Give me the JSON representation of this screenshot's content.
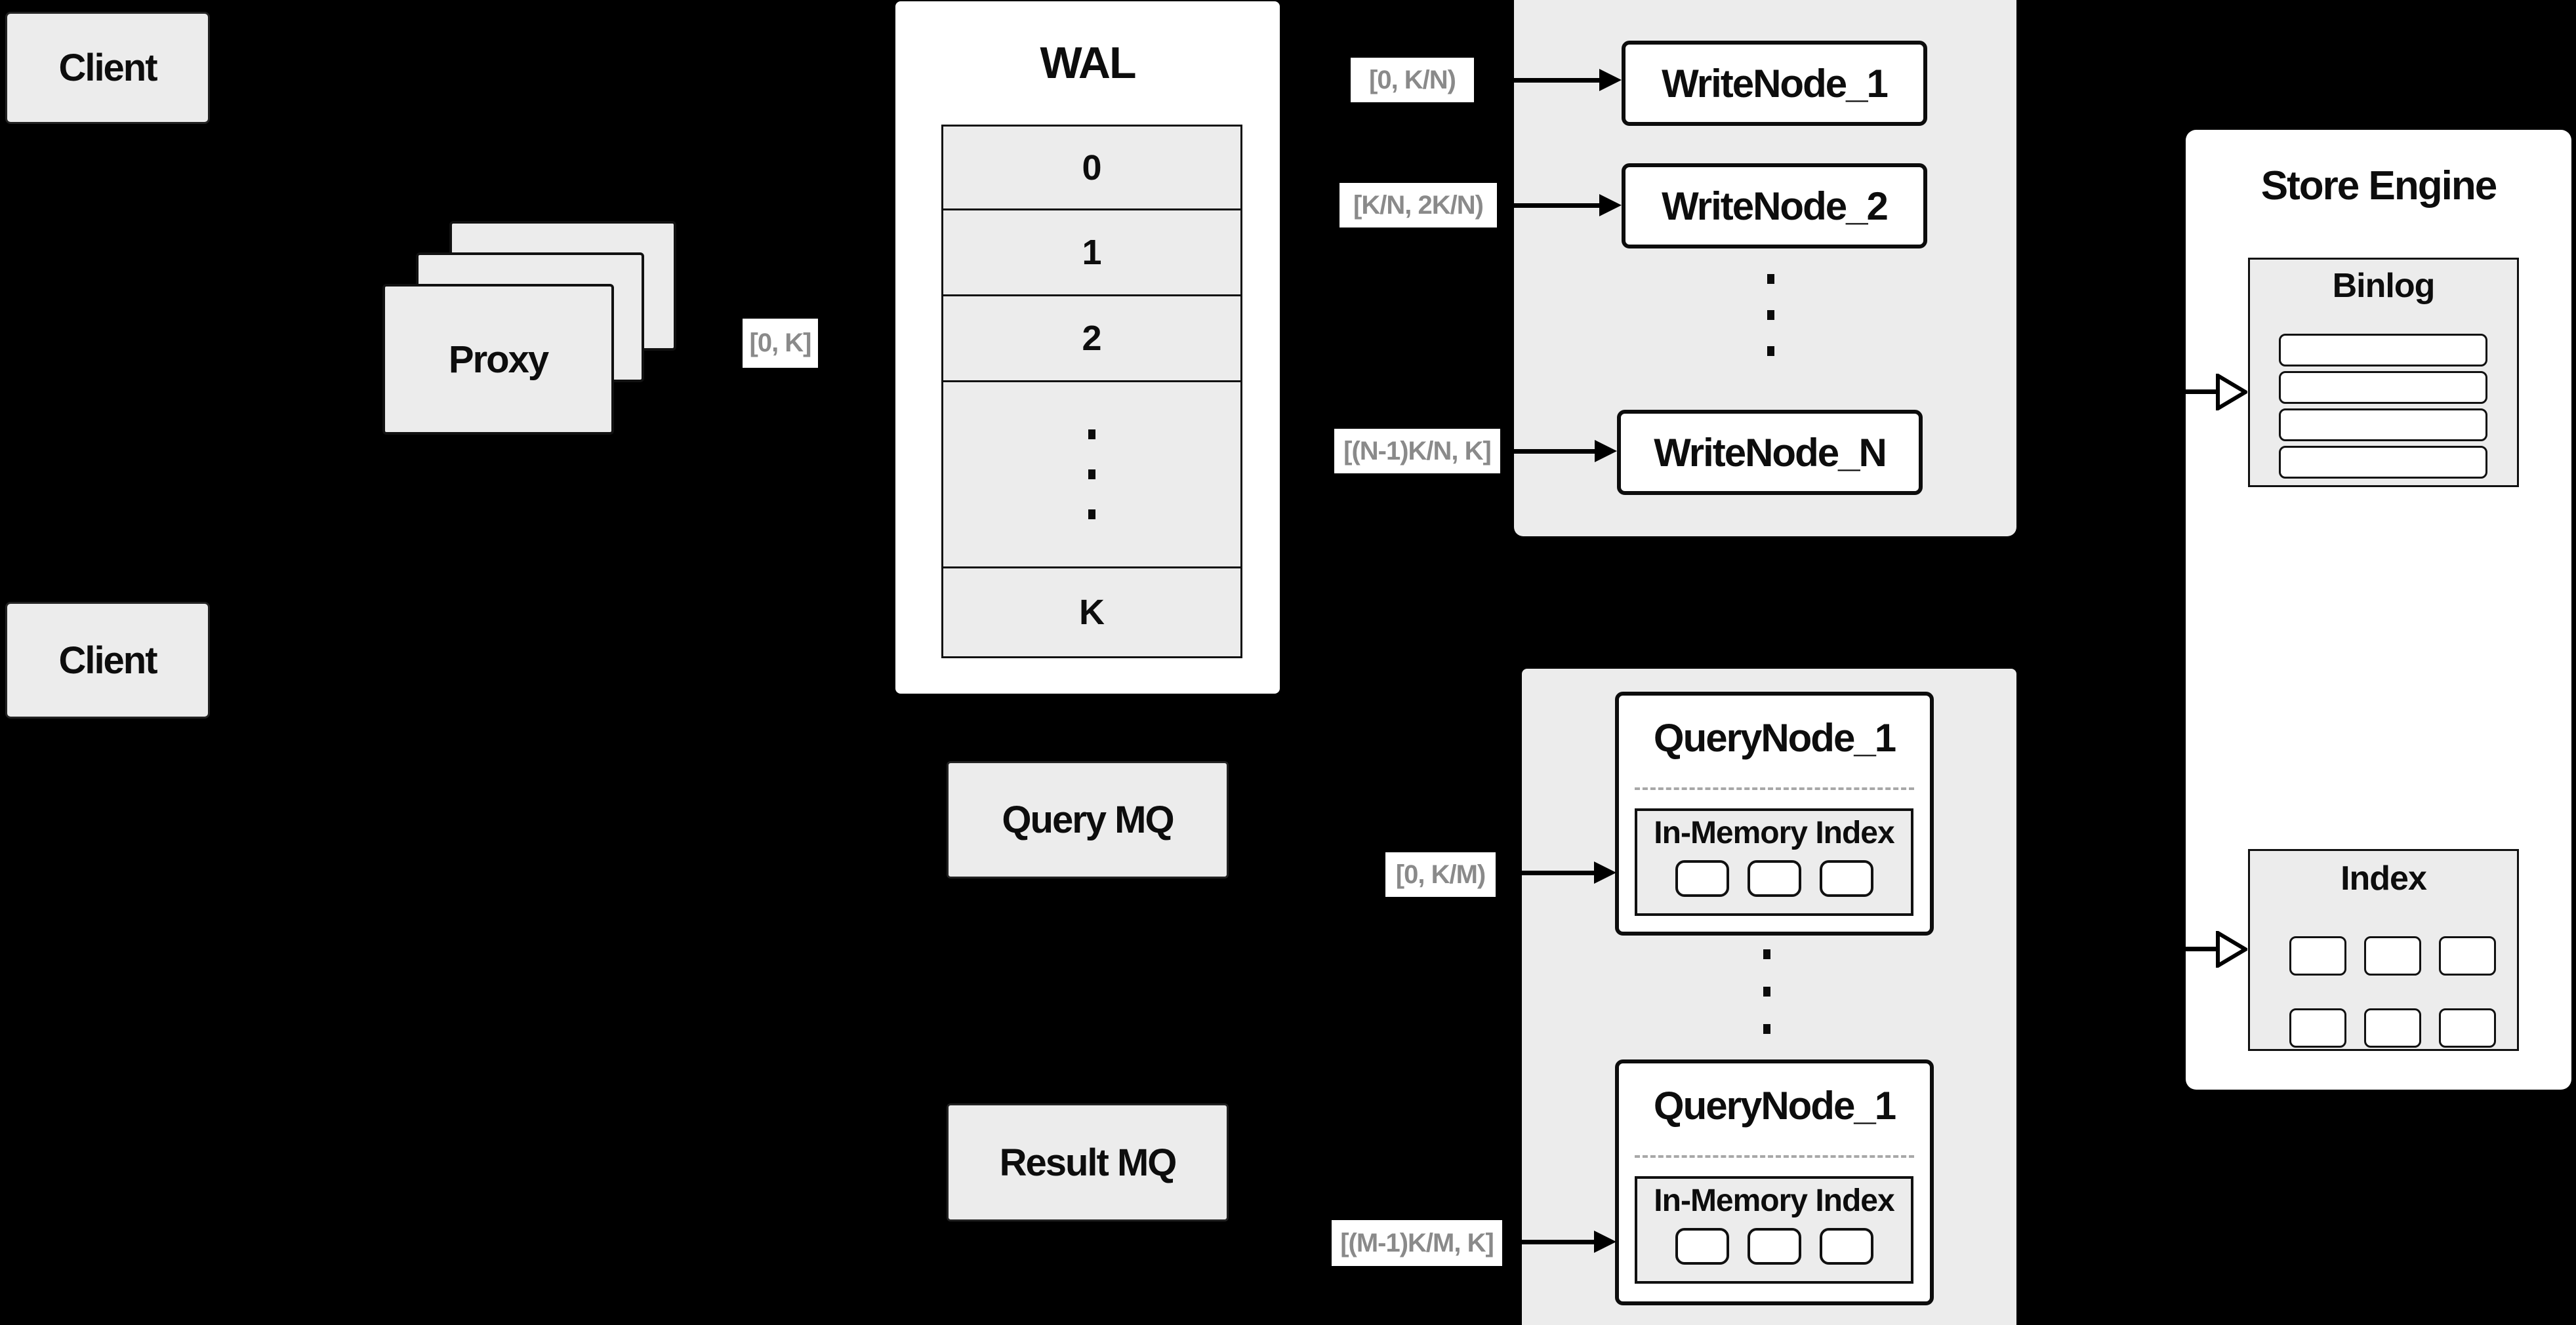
{
  "colors": {
    "background": "#000000",
    "panel_fill": "#ececec",
    "node_fill": "#ffffff",
    "stroke": "#0d0d0d",
    "range_label_text": "#8a8a8a"
  },
  "clients": {
    "top_label": "Client",
    "bottom_label": "Client"
  },
  "proxy": {
    "label": "Proxy",
    "output_range": "[0, K]"
  },
  "wal": {
    "title": "WAL",
    "slots": [
      "0",
      "1",
      "2",
      "K"
    ]
  },
  "write_cluster": {
    "nodes": [
      "WriteNode_1",
      "WriteNode_2",
      "WriteNode_N"
    ],
    "ranges": [
      "[0, K/N)",
      "[K/N, 2K/N)",
      "[(N-1)K/N, K]"
    ]
  },
  "mq": {
    "query_label": "Query MQ",
    "result_label": "Result MQ"
  },
  "query_cluster": {
    "nodes": [
      {
        "title": "QueryNode_1",
        "index_title": "In-Memory Index"
      },
      {
        "title": "QueryNode_1",
        "index_title": "In-Memory Index"
      }
    ],
    "ranges": [
      "[0, K/M)",
      "[(M-1)K/M, K]"
    ]
  },
  "store_engine": {
    "title": "Store Engine",
    "binlog_title": "Binlog",
    "index_title": "Index"
  }
}
